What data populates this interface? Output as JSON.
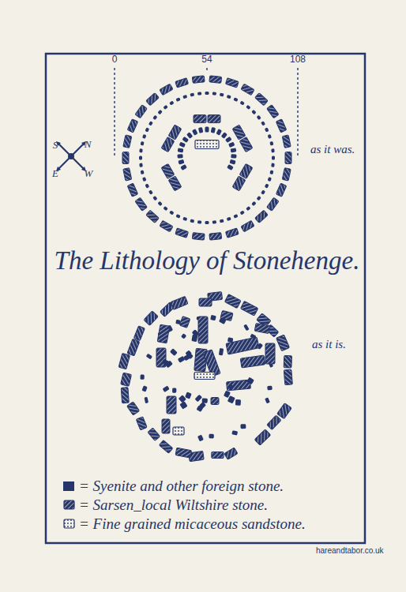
{
  "diagram": {
    "title": "The Lithology of Stonehenge.",
    "labels": [
      "0",
      "54",
      "108",
      "S",
      "N",
      "E",
      "W",
      "as it was.",
      "as it is.",
      "hareandtabor.co.uk"
    ],
    "legend": [
      {
        "text": "= Syenite and other foreign stone.",
        "color": "#27366a"
      },
      {
        "text": "= Sarsen_local Wiltshire stone."
      },
      {
        "text": "= Fine grained micaceous sandstone."
      }
    ]
  }
}
